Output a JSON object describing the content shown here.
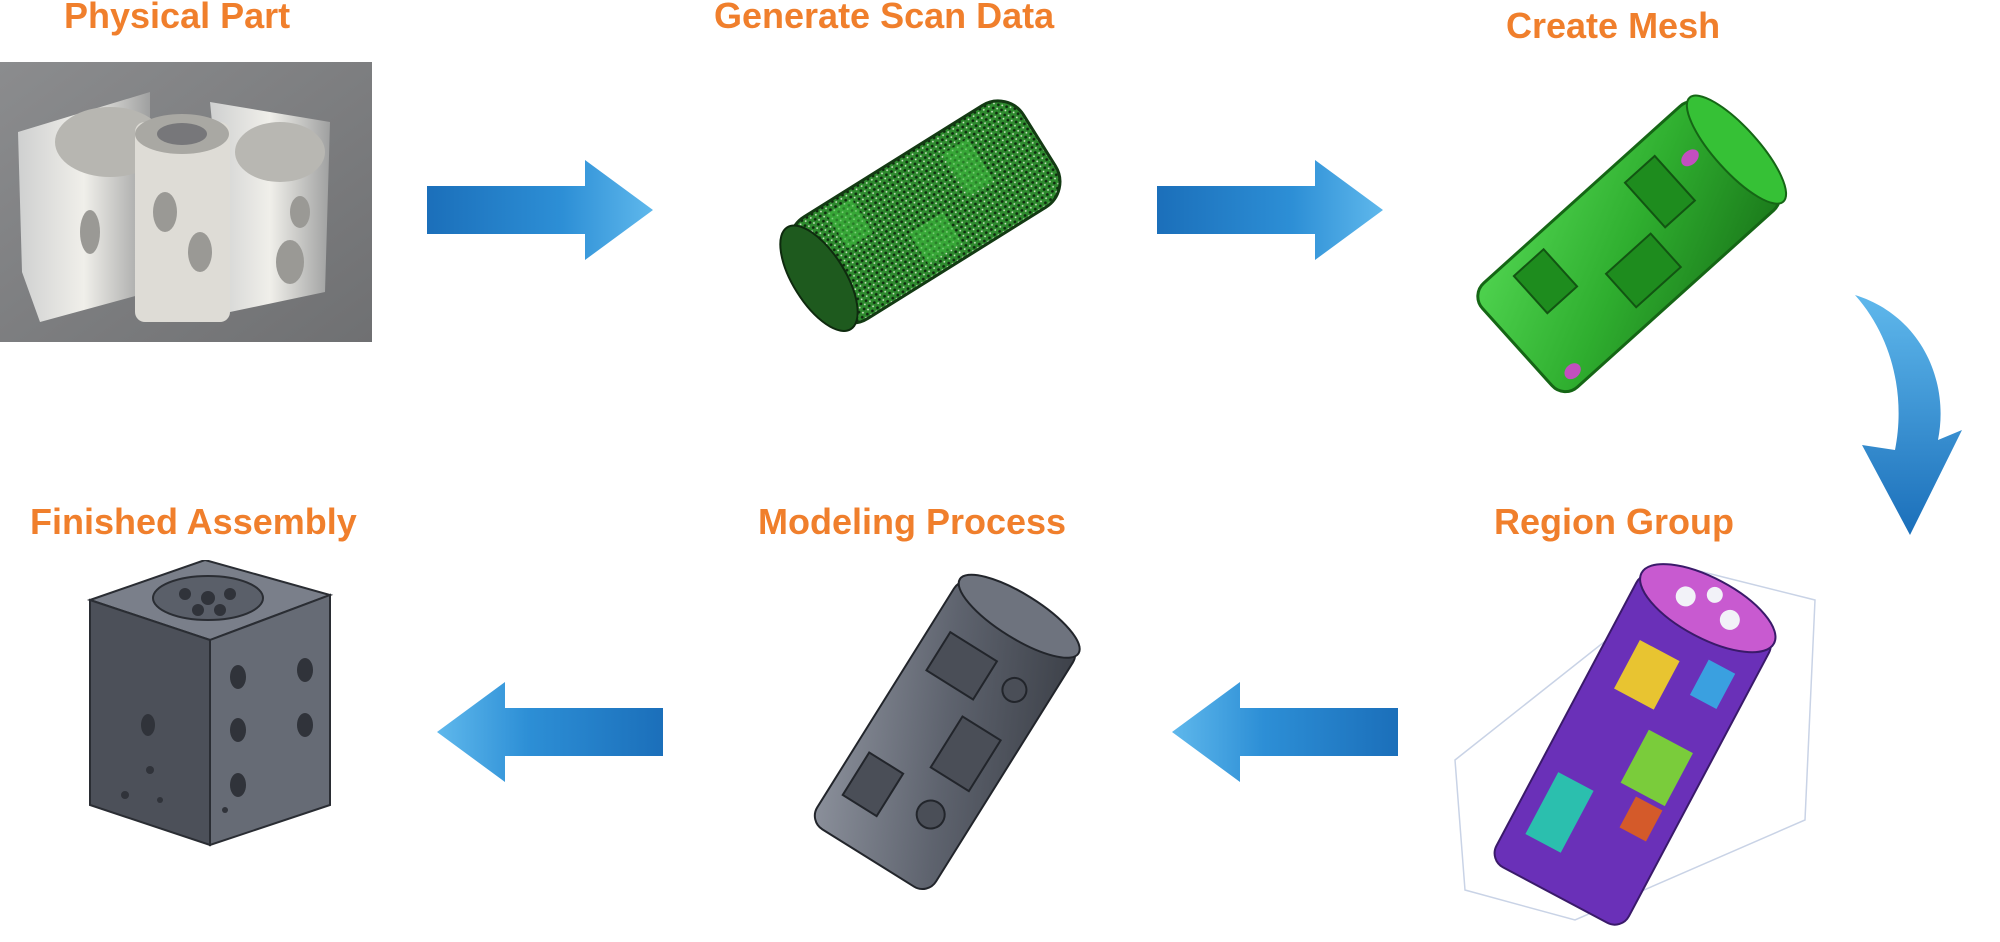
{
  "steps": {
    "physical_part": {
      "title": "Physical Part"
    },
    "generate_scan_data": {
      "title": "Generate Scan Data"
    },
    "create_mesh": {
      "title": "Create Mesh"
    },
    "region_group": {
      "title": "Region Group"
    },
    "modeling_process": {
      "title": "Modeling Process"
    },
    "finished_assembly": {
      "title": "Finished Assembly"
    }
  },
  "colors": {
    "title_orange": "#f07f2c",
    "arrow_blue": "#2d8fd6",
    "mesh_green": "#2ea82e",
    "region_purple": "#6a30b8",
    "model_gray": "#5a5f6a"
  },
  "icons": [
    "right-arrow-icon",
    "curved-down-arrow-icon",
    "left-arrow-icon"
  ]
}
